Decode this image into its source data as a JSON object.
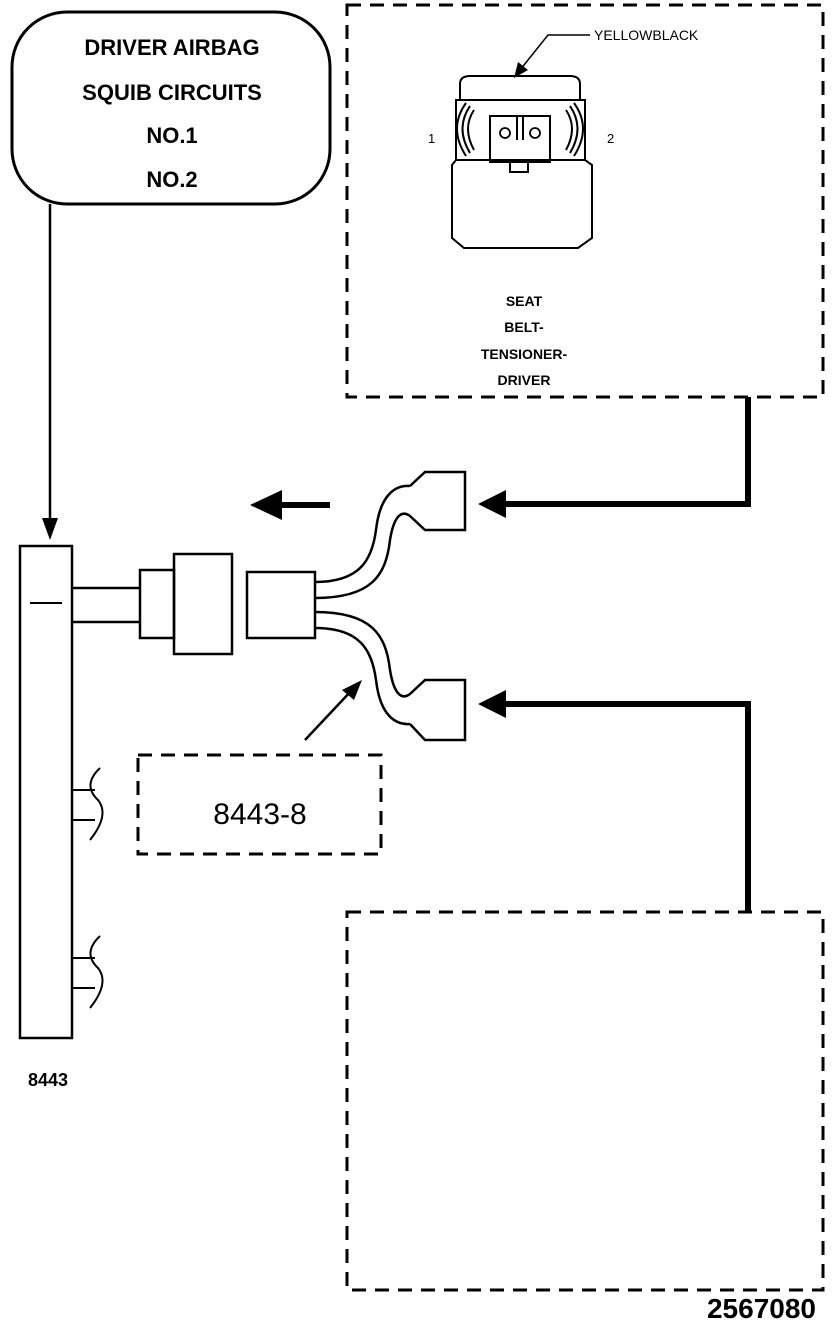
{
  "callout": {
    "lines": [
      "DRIVER AIRBAG",
      "SQUIB CIRCUITS",
      "NO.1",
      "NO.2"
    ]
  },
  "connector": {
    "wire_color": "YELLOWBLACK",
    "pin_left": "1",
    "pin_right": "2",
    "name_lines": [
      "SEAT",
      "BELT-",
      "TENSIONER-",
      "DRIVER"
    ]
  },
  "harness_ref": "8443-8",
  "module_label": "8443",
  "figure_number": "2567080",
  "icons": {
    "arrows": [
      "arrow-left-icon",
      "arrow-down-icon"
    ],
    "connector": "connector-icon",
    "wire_break": "wire-break-icon"
  },
  "colors": {
    "line": "#000000",
    "background": "#ffffff"
  }
}
